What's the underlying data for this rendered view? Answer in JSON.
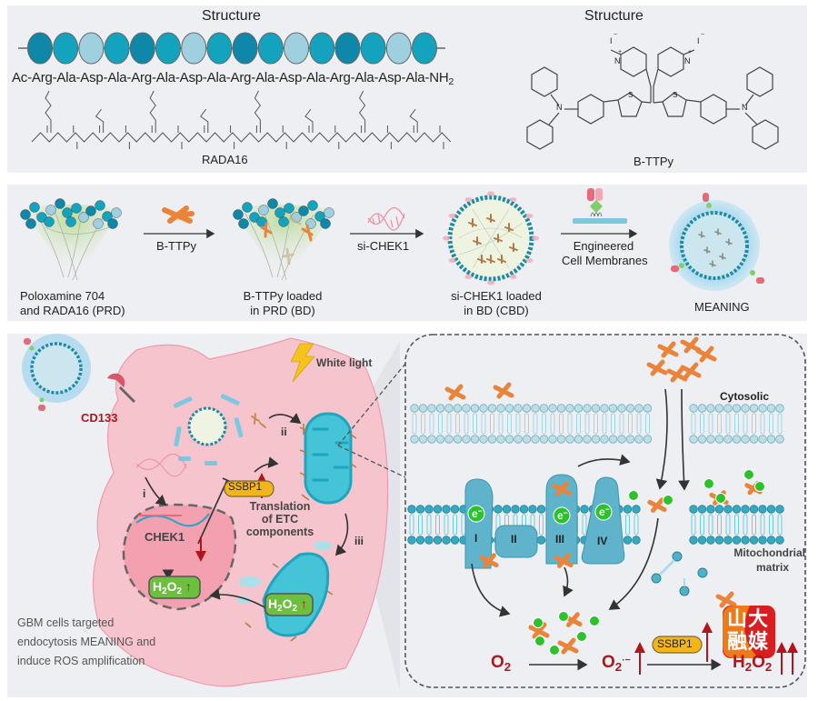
{
  "panel_a": {
    "left_title": "Structure",
    "right_title": "Structure",
    "peptide_sequence": "Ac-Arg-Ala-Asp-Ala-Arg-Ala-Asp-Ala-Arg-Ala-Asp-Ala-Arg-Ala-Asp-Ala-NH",
    "peptide_suffix_sub": "2",
    "peptide_name": "RADA16",
    "bead_colors": [
      "#0f87a8",
      "#14a3be",
      "#9fd0e0",
      "#14a3be",
      "#0f87a8",
      "#14a3be",
      "#9fd0e0",
      "#14a3be",
      "#0f87a8",
      "#14a3be",
      "#9fd0e0",
      "#14a3be",
      "#0f87a8",
      "#14a3be",
      "#9fd0e0",
      "#14a3be"
    ],
    "molecule_name": "B-TTPy",
    "molecule_atoms": {
      "nitrogen": "N",
      "sulfur": "S",
      "iodide": "I",
      "charge_plus": "+",
      "charge_minus": "−"
    }
  },
  "panel_b": {
    "steps": [
      {
        "label_line1": "Poloxamine 704",
        "label_line2": "and RADA16 (PRD)"
      },
      {
        "label_line1": "B-TTPy loaded",
        "label_line2": "in PRD (BD)"
      },
      {
        "label_line1": "si-CHEK1 loaded",
        "label_line2": "in BD (CBD)"
      },
      {
        "label_line1": "MEANING",
        "label_line2": ""
      }
    ],
    "arrows": [
      {
        "label_line1": "B-TTPy",
        "label_line2": ""
      },
      {
        "label_line1": "si-CHEK1",
        "label_line2": ""
      },
      {
        "label_line1": "Engineered",
        "label_line2": "Cell Membranes"
      }
    ]
  },
  "panel_c": {
    "receptor_label": "CD133",
    "light_label": "White light",
    "pathway_labels": {
      "i": "i",
      "ii": "ii",
      "iii": "iii"
    },
    "ssbp1_label": "SSBP1",
    "translation_label_line1": "Translation",
    "translation_label_line2": "of ETC",
    "translation_label_line3": "components",
    "chek1_label": "CHEK1",
    "h2o2_base": "H",
    "h2o2_sub1": "2",
    "h2o2_mid": "O",
    "h2o2_sub2": "2",
    "caption_line1": "GBM cells targeted",
    "caption_line2": "endocytosis MEANING and",
    "caption_line3": "induce ROS amplification",
    "inset": {
      "cytosolic_label": "Cytosolic",
      "matrix_label_line1": "Mitochondrial",
      "matrix_label_line2": "matrix",
      "complexes": [
        "I",
        "II",
        "III",
        "IV"
      ],
      "electron_label": "e",
      "electron_charge": "−",
      "o2_label": "O",
      "o2_sub": "2",
      "superoxide_label": "O",
      "superoxide_sub": "2",
      "superoxide_sup": "·−",
      "ssbp1_label": "SSBP1",
      "h2o2_label": "H",
      "h2o2_sub1": "2",
      "h2o2_mid": "O",
      "h2o2_sub2": "2"
    },
    "watermark_chars": [
      "山",
      "大",
      "融",
      "媒"
    ]
  },
  "colors": {
    "panel_bg": "#eeeff3",
    "teal_dark": "#0f87a8",
    "teal": "#14a3be",
    "teal_light": "#9fd0e0",
    "orange": "#e9843a",
    "cell_pink": "#f6c4cc",
    "nucleus_pink": "#f3a1b0",
    "mito_blue": "#45c3d7",
    "green_box": "#6dbf3f",
    "ssbp1_yellow": "#f2b61a",
    "red_arrow": "#b3151c",
    "electron_green": "#2bc22b",
    "bolt_yellow": "#f6c21c",
    "watermark_red": "#d81e1e",
    "watermark_orange": "#ee7a1a"
  }
}
